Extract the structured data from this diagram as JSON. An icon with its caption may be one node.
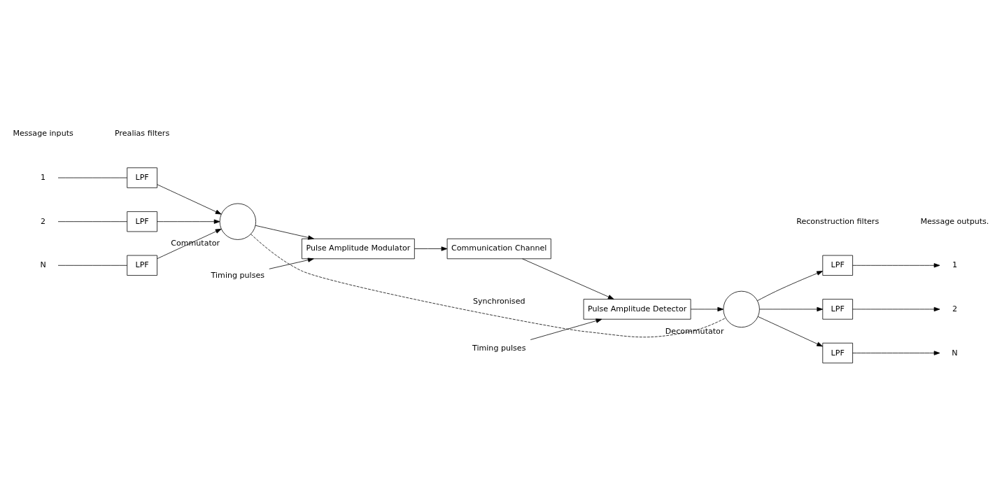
{
  "diagram": {
    "nodes": [
      {
        "text": [
          "1"
        ]
      },
      {
        "text": [
          "2"
        ]
      },
      {
        "text": [
          "N"
        ]
      },
      {
        "text": [
          "LPF"
        ]
      },
      {
        "text": [
          "LPF"
        ]
      },
      {
        "text": [
          "LPF"
        ]
      },
      {
        "text": [],
        "shape": "circle",
        "beside": [
          "Commutator"
        ]
      },
      {
        "text": [
          "Pulse Amplitude Modulator"
        ]
      },
      {
        "text": [
          "Communication Channel"
        ]
      },
      {
        "text": [
          "Pulse Amplitude Detector"
        ]
      },
      {
        "text": [],
        "shape": "circle",
        "beside": [
          "Decommutator"
        ]
      },
      {
        "text": [
          "LPF"
        ]
      },
      {
        "text": [
          "LPF"
        ]
      },
      {
        "text": [
          "LPF"
        ]
      },
      {
        "text": [
          "1"
        ]
      },
      {
        "text": [
          "2"
        ]
      },
      {
        "text": [
          "N"
        ]
      },
      {
        "text": [
          "Timing pulses"
        ]
      },
      {
        "text": [
          "Timing pulses"
        ]
      }
    ],
    "edges": [
      {
        "from": 0,
        "to": 3,
        "arrow": "none"
      },
      {
        "from": 1,
        "to": 4,
        "arrow": "none"
      },
      {
        "from": 2,
        "to": 5,
        "arrow": "none"
      },
      {
        "from": 3,
        "to": 6,
        "arrow": "to"
      },
      {
        "from": 4,
        "to": 6,
        "arrow": "to"
      },
      {
        "from": 5,
        "to": 6,
        "arrow": "to"
      },
      {
        "from": 6,
        "to": 7,
        "arrow": "to"
      },
      {
        "from": 7,
        "to": 8,
        "arrow": "to"
      },
      {
        "from": 8,
        "to": 9,
        "arrow": "to"
      },
      {
        "from": 9,
        "to": 10,
        "arrow": "to"
      },
      {
        "from": 10,
        "to": 11,
        "arrow": "to"
      },
      {
        "from": 10,
        "to": 12,
        "arrow": "to"
      },
      {
        "from": 10,
        "to": 13,
        "arrow": "to"
      },
      {
        "from": 11,
        "to": 14,
        "arrow": "to"
      },
      {
        "from": 12,
        "to": 15,
        "arrow": "to"
      },
      {
        "from": 13,
        "to": 16,
        "arrow": "to"
      },
      {
        "from": 17,
        "to": 7,
        "arrow": "to"
      },
      {
        "from": 18,
        "to": 9,
        "arrow": "to"
      },
      {
        "from": 6,
        "to": 10,
        "arrow": "none",
        "label": "Synchronised",
        "style": "dashed"
      }
    ],
    "labels": [
      "Message inputs",
      "Prealias filters",
      "Reconstruction filters",
      "Message outputs."
    ]
  }
}
